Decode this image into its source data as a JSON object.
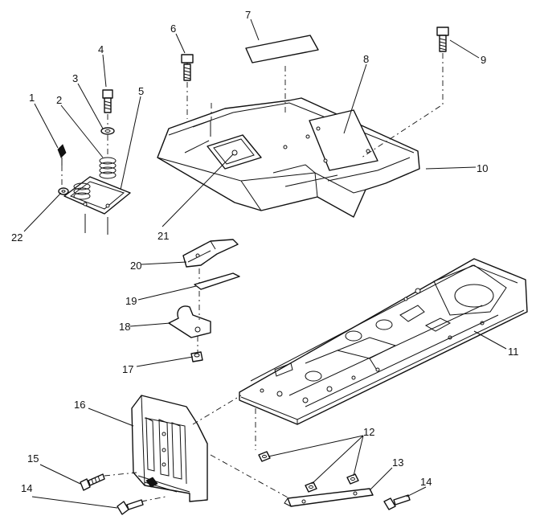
{
  "callouts": [
    {
      "id": "1",
      "label": "1"
    },
    {
      "id": "2",
      "label": "2"
    },
    {
      "id": "3",
      "label": "3"
    },
    {
      "id": "4",
      "label": "4"
    },
    {
      "id": "5",
      "label": "5"
    },
    {
      "id": "6",
      "label": "6"
    },
    {
      "id": "7",
      "label": "7"
    },
    {
      "id": "8",
      "label": "8"
    },
    {
      "id": "9",
      "label": "9"
    },
    {
      "id": "10",
      "label": "10"
    },
    {
      "id": "11",
      "label": "11"
    },
    {
      "id": "12",
      "label": "12"
    },
    {
      "id": "13",
      "label": "13"
    },
    {
      "id": "14a",
      "label": "14"
    },
    {
      "id": "14b",
      "label": "14"
    },
    {
      "id": "15",
      "label": "15"
    },
    {
      "id": "16",
      "label": "16"
    },
    {
      "id": "17",
      "label": "17"
    },
    {
      "id": "18",
      "label": "18"
    },
    {
      "id": "19",
      "label": "19"
    },
    {
      "id": "20",
      "label": "20"
    },
    {
      "id": "21",
      "label": "21"
    },
    {
      "id": "22",
      "label": "22"
    }
  ]
}
